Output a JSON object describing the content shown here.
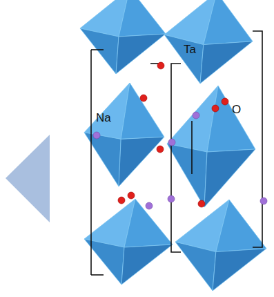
{
  "diagram": {
    "labels": [
      "Ta",
      "Na",
      "O"
    ]
  }
}
